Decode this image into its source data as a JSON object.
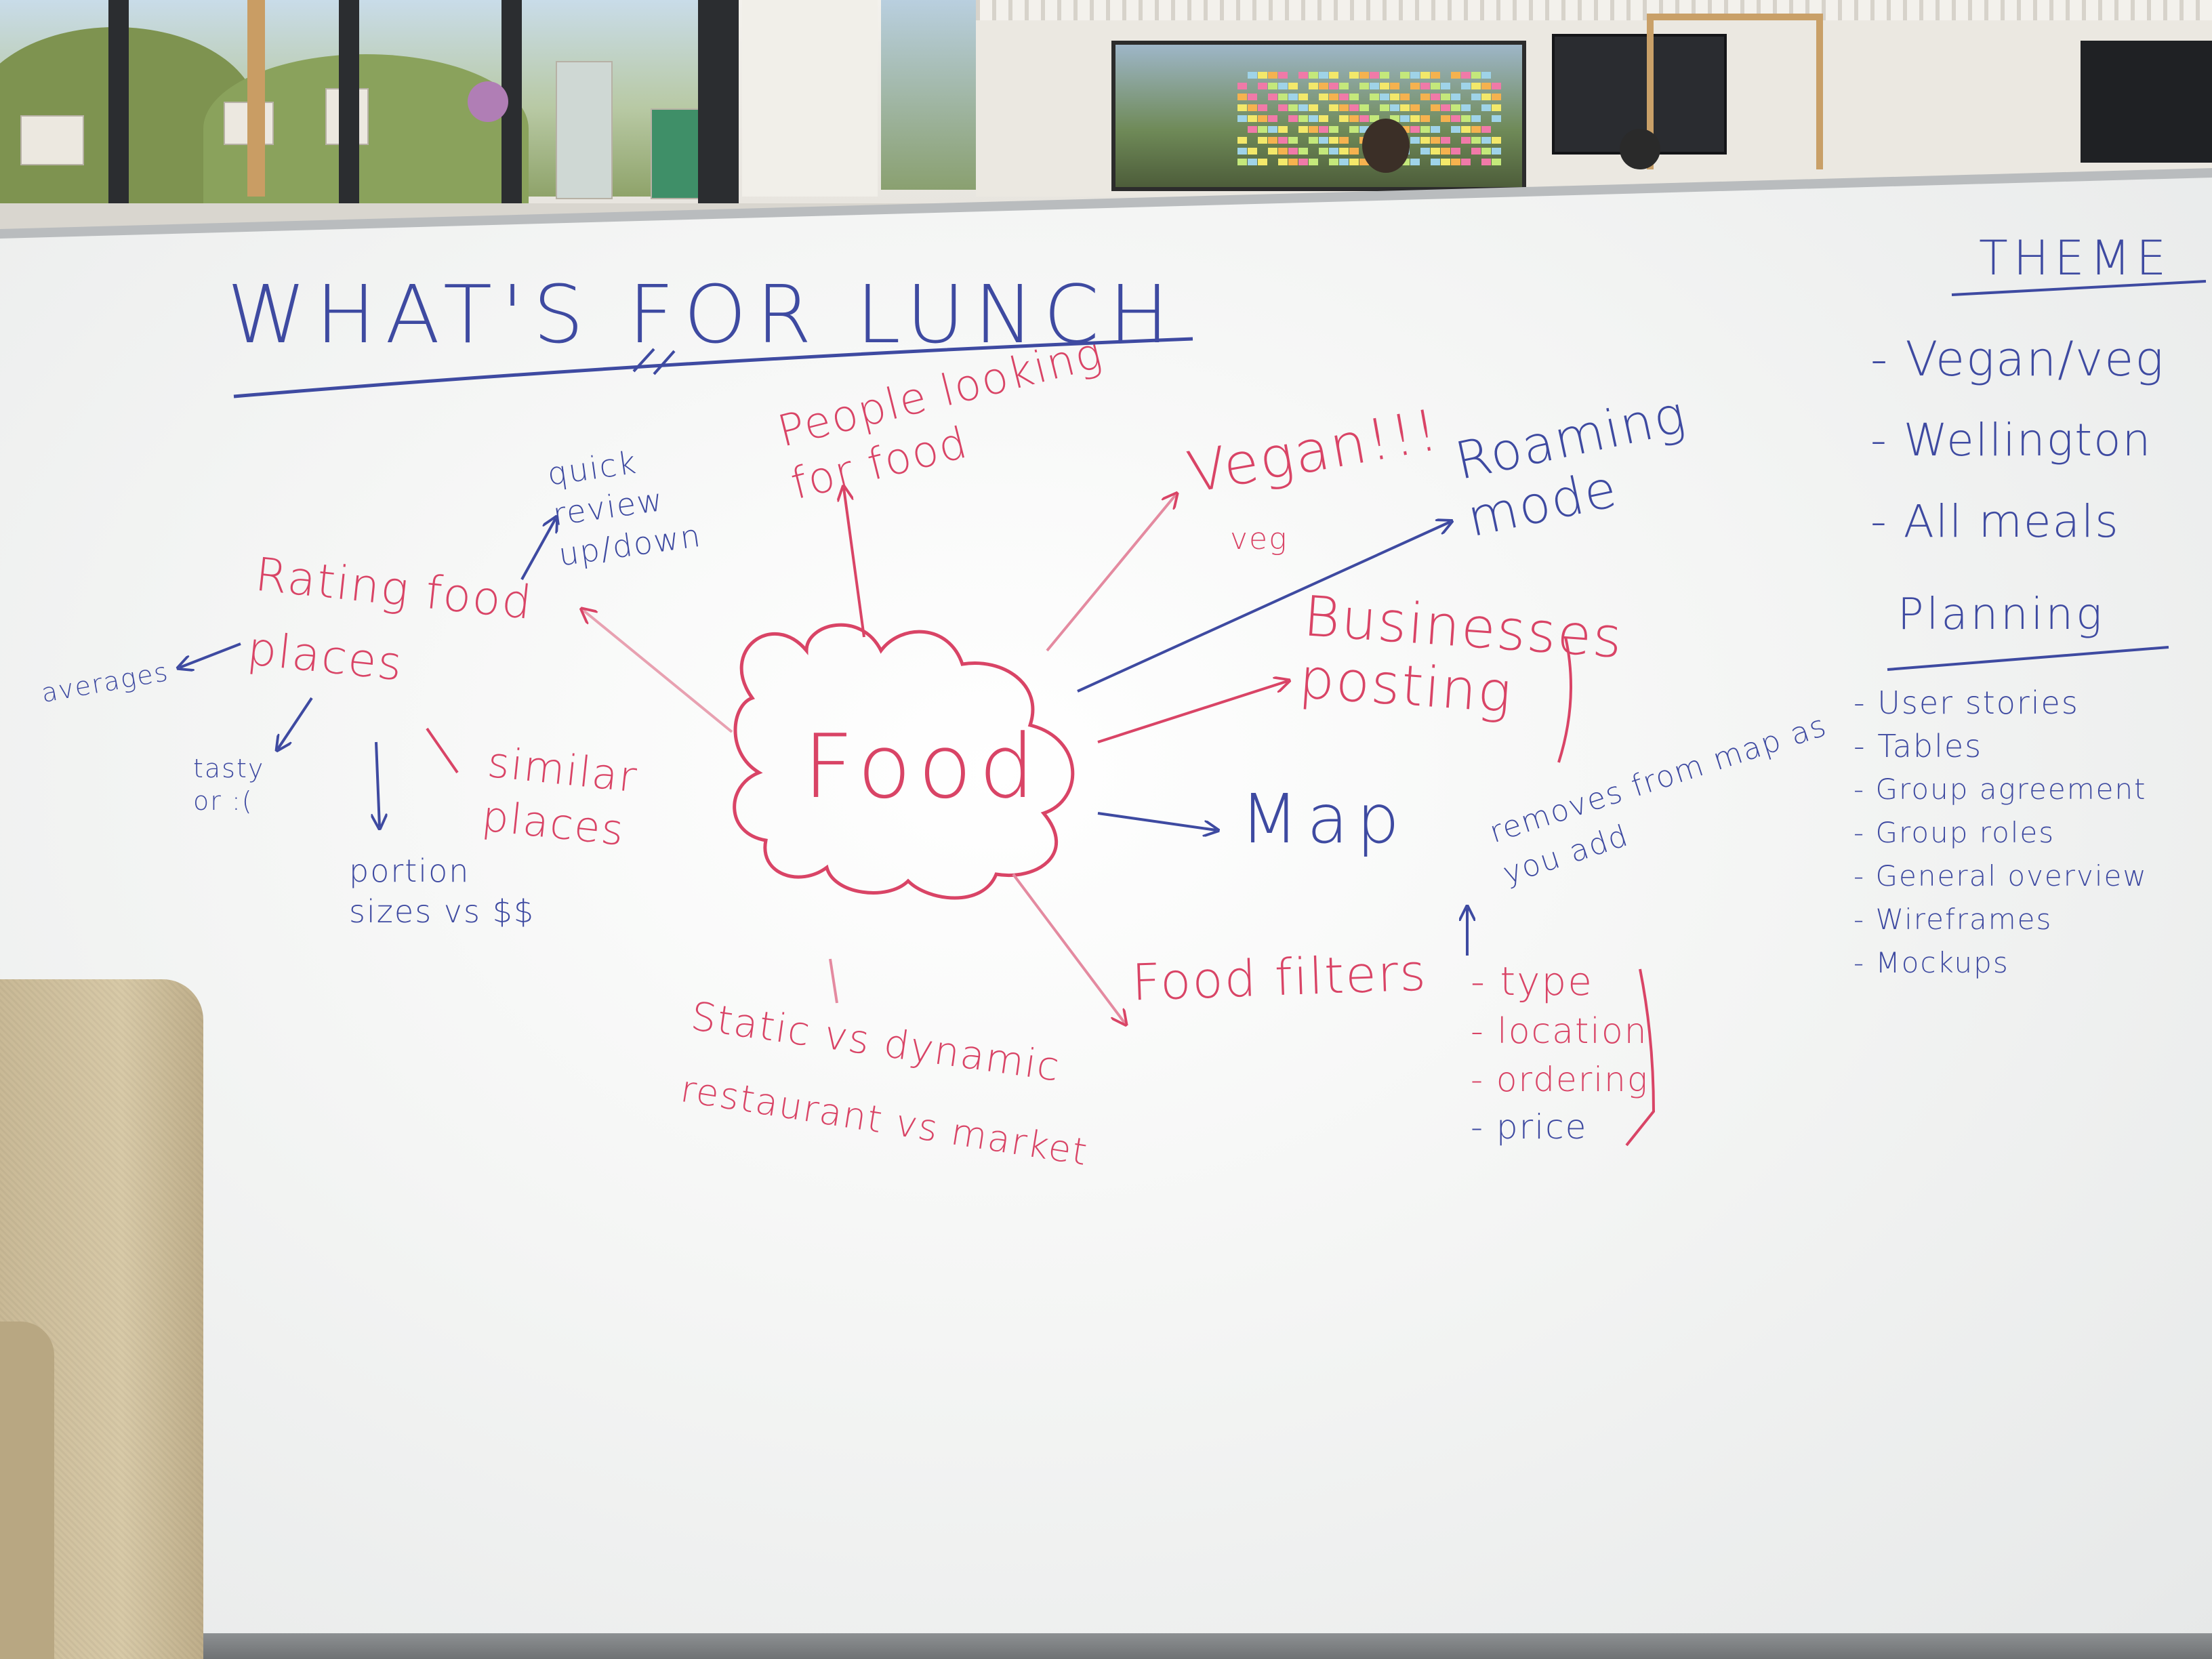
{
  "colors": {
    "red_marker": "#d94466",
    "blue_marker": "#3e4aa1",
    "board": "#f4f5f4"
  },
  "board": {
    "title": "WHAT'S FOR LUNCH",
    "center": "Food",
    "branches": {
      "people": "People looking for food",
      "vegan": "Vegan!!!",
      "vegan_sub": "veg",
      "roaming": "Roaming mode",
      "businesses": "Businesses posting",
      "map": "Map",
      "map_note": "removes from map as you add",
      "food_filters": "Food filters",
      "filter_items": [
        "- type",
        "- location",
        "- ordering",
        "- price"
      ],
      "static": "Static vs dynamic",
      "restaurant": "restaurant vs market",
      "rating": "Rating food places",
      "quick_review": "quick review up/down",
      "averages": "averages",
      "tasty": "tasty or :(",
      "portion": "portion sizes vs $$",
      "similar": "similar places"
    },
    "theme": {
      "heading": "THEME",
      "items": [
        "- Vegan/veg",
        "- Wellington",
        "- All meals"
      ]
    },
    "planning": {
      "heading": "Planning",
      "items": [
        "- User stories",
        "- Tables",
        "- Group agreement",
        "- Group roles",
        "- General overview",
        "- Wireframes",
        "- Mockups"
      ]
    }
  }
}
